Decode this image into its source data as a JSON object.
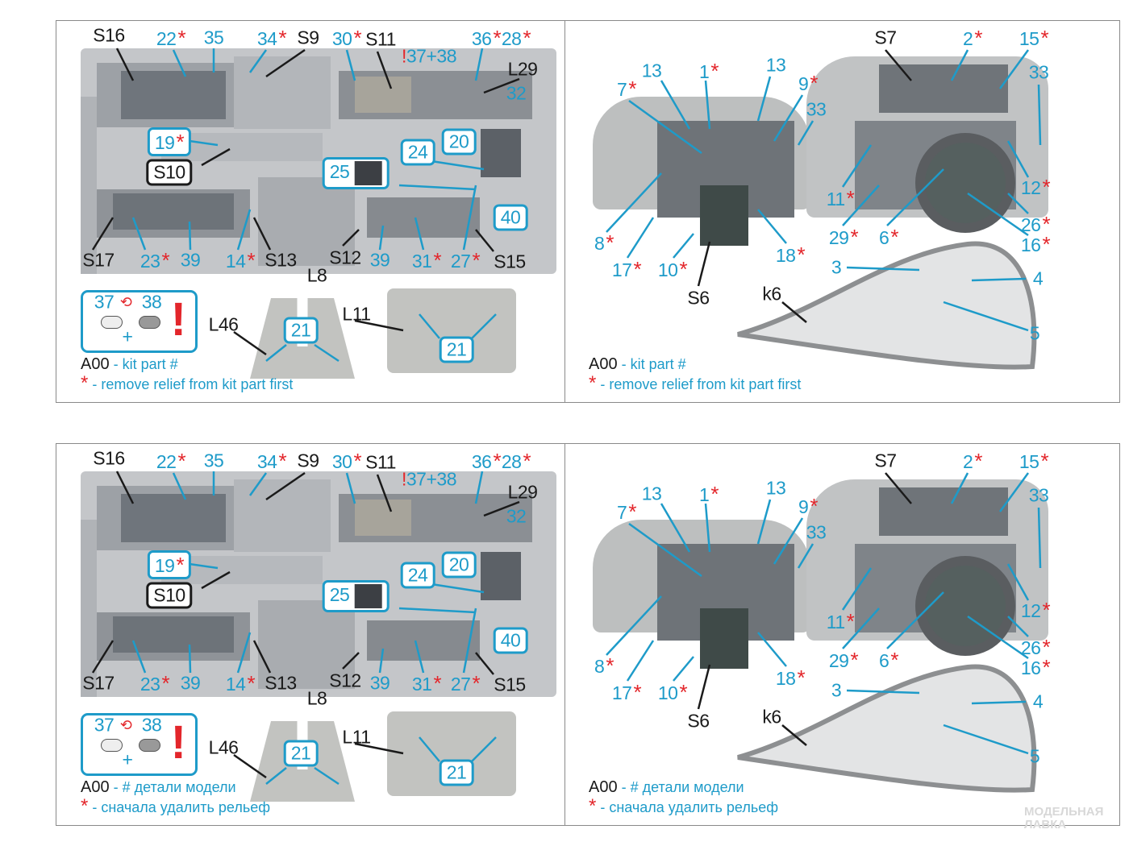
{
  "star_glyph": "*",
  "warn_glyph": "!",
  "labels_left": [
    {
      "text": "S16",
      "color": "black"
    },
    {
      "text": "22",
      "color": "blue",
      "star": true
    },
    {
      "text": "35",
      "color": "blue"
    },
    {
      "text": "34",
      "color": "blue",
      "star": true
    },
    {
      "text": "S9",
      "color": "black"
    },
    {
      "text": "30",
      "color": "blue",
      "star": true
    },
    {
      "text": "S11",
      "color": "black"
    },
    {
      "text": "37+38",
      "color": "blue",
      "warn": true
    },
    {
      "text": "36",
      "color": "blue",
      "star": true
    },
    {
      "text": "28",
      "color": "blue",
      "star": true
    },
    {
      "text": "L29",
      "color": "black"
    },
    {
      "text": "32",
      "color": "blue"
    },
    {
      "text": "19",
      "color": "blue",
      "star": true,
      "boxed": true
    },
    {
      "text": "S10",
      "color": "black",
      "boxed": true
    },
    {
      "text": "20",
      "color": "blue",
      "boxed": true
    },
    {
      "text": "24",
      "color": "blue",
      "boxed": true
    },
    {
      "text": "25",
      "color": "blue",
      "boxed": true
    },
    {
      "text": "40",
      "color": "blue",
      "boxed": true
    },
    {
      "text": "S17",
      "color": "black"
    },
    {
      "text": "23",
      "color": "blue",
      "star": true
    },
    {
      "text": "39",
      "color": "blue"
    },
    {
      "text": "14",
      "color": "blue",
      "star": true
    },
    {
      "text": "S13",
      "color": "black"
    },
    {
      "text": "L8",
      "color": "black"
    },
    {
      "text": "S12",
      "color": "black"
    },
    {
      "text": "39",
      "color": "blue"
    },
    {
      "text": "31",
      "color": "blue",
      "star": true
    },
    {
      "text": "27",
      "color": "blue",
      "star": true
    },
    {
      "text": "S15",
      "color": "black"
    },
    {
      "text": "L46",
      "color": "black"
    },
    {
      "text": "21",
      "color": "blue",
      "boxed": true
    },
    {
      "text": "L11",
      "color": "black"
    },
    {
      "text": "21",
      "color": "blue",
      "boxed": true
    }
  ],
  "labels_right": [
    {
      "text": "S7",
      "color": "black"
    },
    {
      "text": "2",
      "color": "blue",
      "star": true
    },
    {
      "text": "15",
      "color": "blue",
      "star": true
    },
    {
      "text": "33",
      "color": "blue"
    },
    {
      "text": "13",
      "color": "blue"
    },
    {
      "text": "1",
      "color": "blue",
      "star": true
    },
    {
      "text": "13",
      "color": "blue"
    },
    {
      "text": "7",
      "color": "blue",
      "star": true
    },
    {
      "text": "9",
      "color": "blue",
      "star": true
    },
    {
      "text": "33",
      "color": "blue"
    },
    {
      "text": "11",
      "color": "blue",
      "star": true
    },
    {
      "text": "12",
      "color": "blue",
      "star": true
    },
    {
      "text": "8",
      "color": "blue",
      "star": true
    },
    {
      "text": "29",
      "color": "blue",
      "star": true
    },
    {
      "text": "6",
      "color": "blue",
      "star": true
    },
    {
      "text": "26",
      "color": "blue",
      "star": true
    },
    {
      "text": "16",
      "color": "blue",
      "star": true
    },
    {
      "text": "17",
      "color": "blue",
      "star": true
    },
    {
      "text": "10",
      "color": "blue",
      "star": true
    },
    {
      "text": "18",
      "color": "blue",
      "star": true
    },
    {
      "text": "3",
      "color": "blue"
    },
    {
      "text": "4",
      "color": "blue"
    },
    {
      "text": "S6",
      "color": "black"
    },
    {
      "text": "k6",
      "color": "black"
    },
    {
      "text": "5",
      "color": "blue"
    }
  ],
  "swap_box": {
    "a": "37",
    "b": "38",
    "plus": "+",
    "warn": "!"
  },
  "legend_en": {
    "code": "A00",
    "code_desc": " - kit part #",
    "star_desc": " - remove relief from kit part first"
  },
  "legend_ru": {
    "code": "A00",
    "code_desc": " - # детали модели",
    "star_desc": " - сначала удалить рельеф"
  },
  "watermark": [
    "МОДЕЛЬНАЯ",
    "ЛАВКА"
  ],
  "colors": {
    "accent": "#1e9bc9",
    "star": "#e3262b",
    "part": "#c9cbce"
  }
}
